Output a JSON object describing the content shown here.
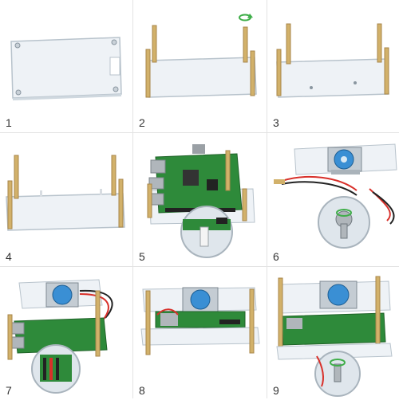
{
  "steps": [
    {
      "label": "1"
    },
    {
      "label": "2"
    },
    {
      "label": "3"
    },
    {
      "label": "4"
    },
    {
      "label": "5"
    },
    {
      "label": "6"
    },
    {
      "label": "7"
    },
    {
      "label": "8"
    },
    {
      "label": "9"
    }
  ],
  "colors": {
    "acrylic_fill": "#eef2f6",
    "acrylic_edge": "#b8c3cc",
    "brass": "#d2b16a",
    "pcb_green": "#2e8a3a",
    "fan_blue": "#3a8fd4",
    "wire_red": "#d8302a",
    "wire_black": "#222222"
  },
  "icons": [
    "rotate-arrow-icon"
  ]
}
